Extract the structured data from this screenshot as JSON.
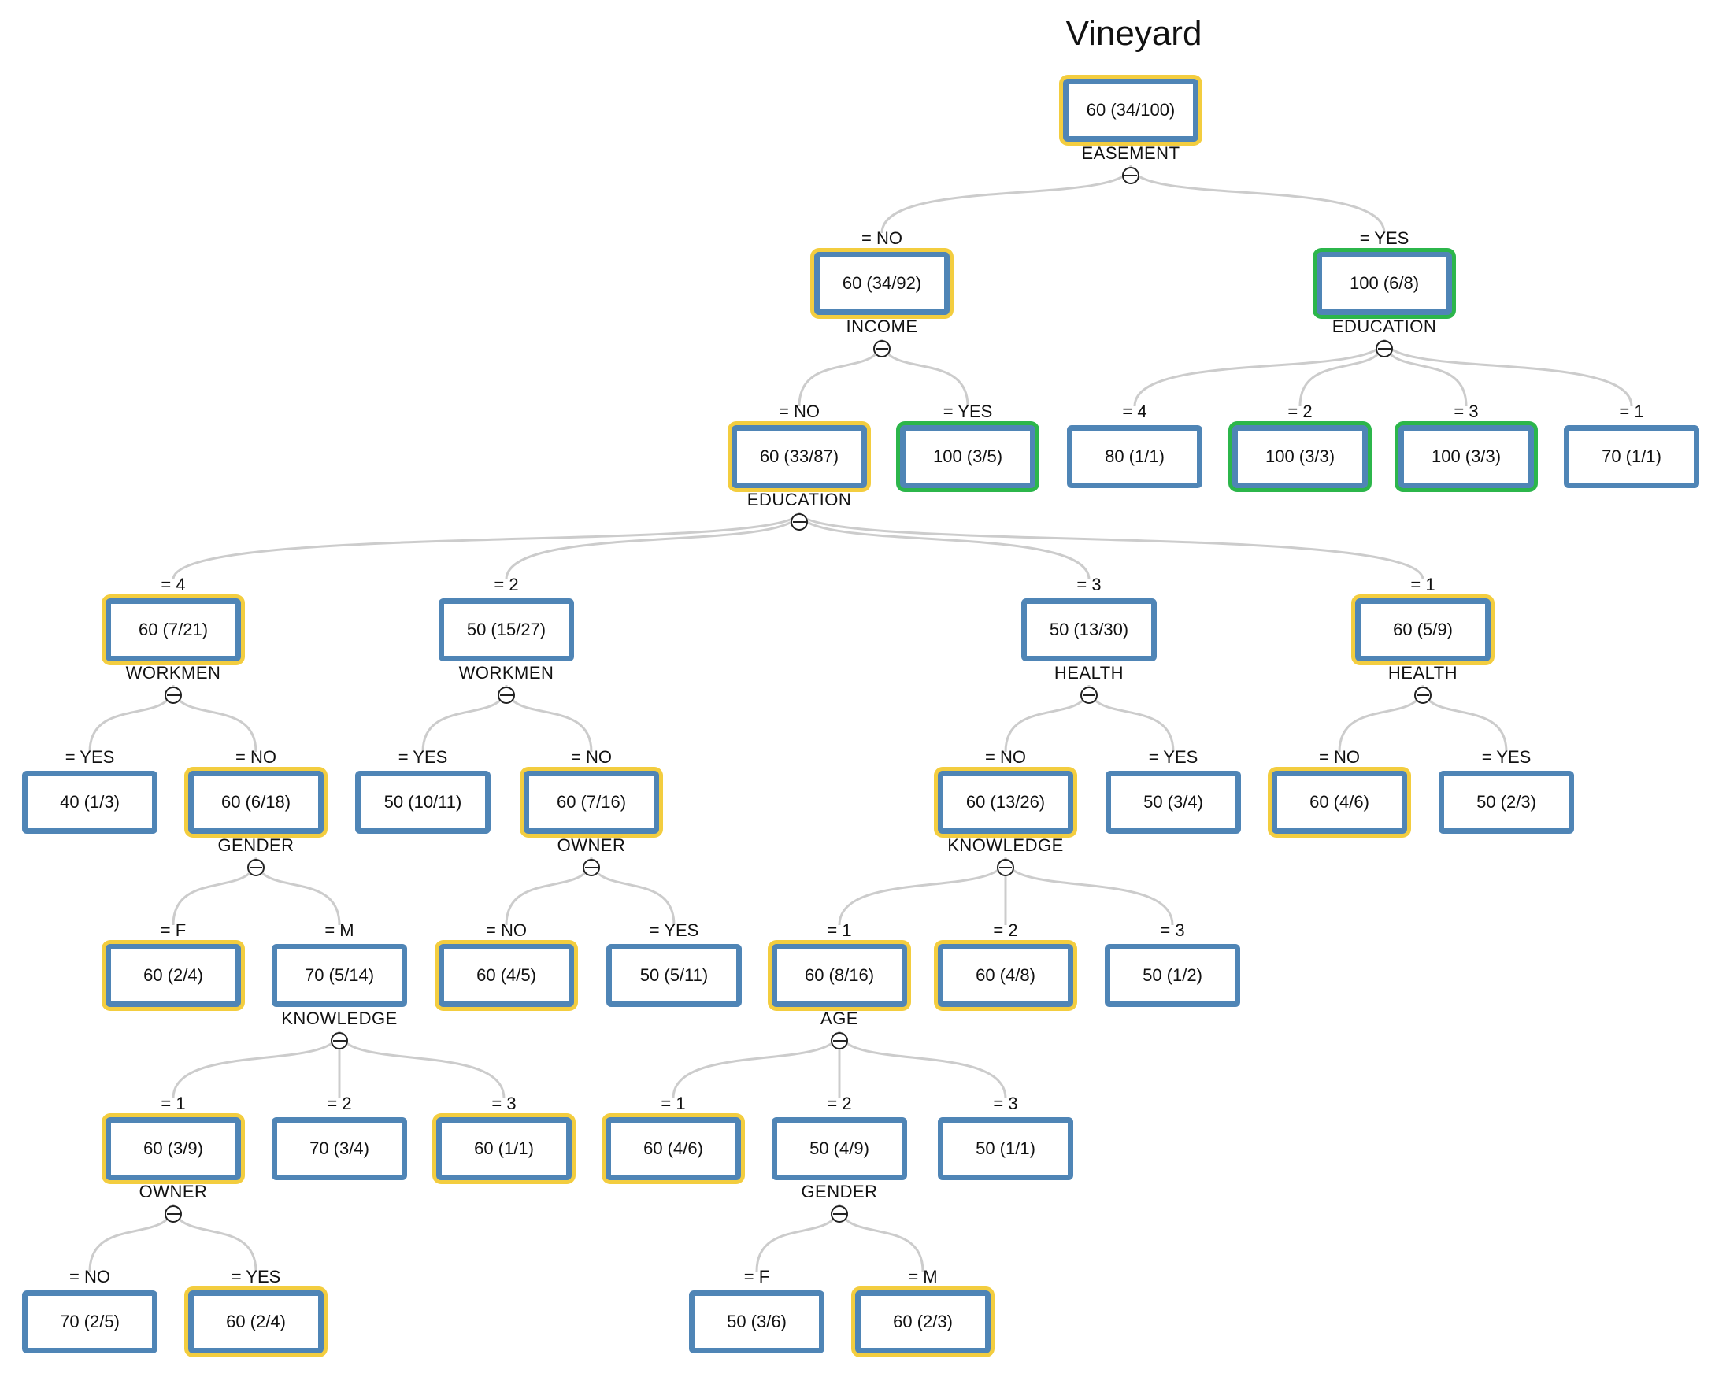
{
  "title": "Vineyard",
  "colors": {
    "node_border": "#4f85b6",
    "highlight_yellow": "#f3cd3f",
    "highlight_green": "#2cb64b",
    "edge": "#cccccc"
  },
  "icons": {
    "collapse": "collapse-minus-icon"
  },
  "nodes": [
    {
      "id": "root",
      "label": "60 (34/100)",
      "split": "EASEMENT",
      "highlight": "yellow"
    },
    {
      "id": "n_no",
      "parent": "root",
      "edge": "= NO",
      "label": "60 (34/92)",
      "split": "INCOME",
      "highlight": "yellow"
    },
    {
      "id": "n_yes",
      "parent": "root",
      "edge": "= YES",
      "label": "100 (6/8)",
      "split": "EDUCATION",
      "highlight": "green"
    },
    {
      "id": "inc_no",
      "parent": "n_no",
      "edge": "= NO",
      "label": "60 (33/87)",
      "split": "EDUCATION",
      "highlight": "yellow"
    },
    {
      "id": "inc_yes",
      "parent": "n_no",
      "edge": "= YES",
      "label": "100 (3/5)",
      "highlight": "green"
    },
    {
      "id": "ey4",
      "parent": "n_yes",
      "edge": "= 4",
      "label": "80 (1/1)"
    },
    {
      "id": "ey2",
      "parent": "n_yes",
      "edge": "= 2",
      "label": "100 (3/3)",
      "highlight": "green"
    },
    {
      "id": "ey3",
      "parent": "n_yes",
      "edge": "= 3",
      "label": "100 (3/3)",
      "highlight": "green"
    },
    {
      "id": "ey1",
      "parent": "n_yes",
      "edge": "= 1",
      "label": "70 (1/1)"
    },
    {
      "id": "e4",
      "parent": "inc_no",
      "edge": "= 4",
      "label": "60 (7/21)",
      "split": "WORKMEN",
      "highlight": "yellow"
    },
    {
      "id": "e2",
      "parent": "inc_no",
      "edge": "= 2",
      "label": "50 (15/27)",
      "split": "WORKMEN"
    },
    {
      "id": "e3",
      "parent": "inc_no",
      "edge": "= 3",
      "label": "50 (13/30)",
      "split": "HEALTH"
    },
    {
      "id": "e1",
      "parent": "inc_no",
      "edge": "= 1",
      "label": "60 (5/9)",
      "split": "HEALTH",
      "highlight": "yellow"
    },
    {
      "id": "e4_yes",
      "parent": "e4",
      "edge": "= YES",
      "label": "40 (1/3)"
    },
    {
      "id": "e4_no",
      "parent": "e4",
      "edge": "= NO",
      "label": "60 (6/18)",
      "split": "GENDER",
      "highlight": "yellow"
    },
    {
      "id": "e2_yes",
      "parent": "e2",
      "edge": "= YES",
      "label": "50 (10/11)"
    },
    {
      "id": "e2_no",
      "parent": "e2",
      "edge": "= NO",
      "label": "60 (7/16)",
      "split": "OWNER",
      "highlight": "yellow"
    },
    {
      "id": "e3_no",
      "parent": "e3",
      "edge": "= NO",
      "label": "60 (13/26)",
      "split": "KNOWLEDGE",
      "highlight": "yellow"
    },
    {
      "id": "e3_yes",
      "parent": "e3",
      "edge": "= YES",
      "label": "50 (3/4)"
    },
    {
      "id": "e1_no",
      "parent": "e1",
      "edge": "= NO",
      "label": "60 (4/6)",
      "highlight": "yellow"
    },
    {
      "id": "e1_yes",
      "parent": "e1",
      "edge": "= YES",
      "label": "50 (2/3)"
    },
    {
      "id": "g_f",
      "parent": "e4_no",
      "edge": "= F",
      "label": "60 (2/4)",
      "highlight": "yellow"
    },
    {
      "id": "g_m",
      "parent": "e4_no",
      "edge": "= M",
      "label": "70 (5/14)",
      "split": "KNOWLEDGE"
    },
    {
      "id": "o_no",
      "parent": "e2_no",
      "edge": "= NO",
      "label": "60 (4/5)",
      "highlight": "yellow"
    },
    {
      "id": "o_yes",
      "parent": "e2_no",
      "edge": "= YES",
      "label": "50 (5/11)"
    },
    {
      "id": "k1",
      "parent": "e3_no",
      "edge": "= 1",
      "label": "60 (8/16)",
      "split": "AGE",
      "highlight": "yellow"
    },
    {
      "id": "k2",
      "parent": "e3_no",
      "edge": "= 2",
      "label": "60 (4/8)",
      "highlight": "yellow"
    },
    {
      "id": "k3",
      "parent": "e3_no",
      "edge": "= 3",
      "label": "50 (1/2)"
    },
    {
      "id": "gk1",
      "parent": "g_m",
      "edge": "= 1",
      "label": "60 (3/9)",
      "split": "OWNER",
      "highlight": "yellow"
    },
    {
      "id": "gk2",
      "parent": "g_m",
      "edge": "= 2",
      "label": "70 (3/4)"
    },
    {
      "id": "gk3",
      "parent": "g_m",
      "edge": "= 3",
      "label": "60 (1/1)",
      "highlight": "yellow"
    },
    {
      "id": "a1",
      "parent": "k1",
      "edge": "= 1",
      "label": "60 (4/6)",
      "highlight": "yellow"
    },
    {
      "id": "a2",
      "parent": "k1",
      "edge": "= 2",
      "label": "50 (4/9)",
      "split": "GENDER"
    },
    {
      "id": "a3",
      "parent": "k1",
      "edge": "= 3",
      "label": "50 (1/1)"
    },
    {
      "id": "go_no",
      "parent": "gk1",
      "edge": "= NO",
      "label": "70 (2/5)"
    },
    {
      "id": "go_yes",
      "parent": "gk1",
      "edge": "= YES",
      "label": "60 (2/4)",
      "highlight": "yellow"
    },
    {
      "id": "ag_f",
      "parent": "a2",
      "edge": "= F",
      "label": "50 (3/6)"
    },
    {
      "id": "ag_m",
      "parent": "a2",
      "edge": "= M",
      "label": "60 (2/3)",
      "highlight": "yellow"
    }
  ]
}
